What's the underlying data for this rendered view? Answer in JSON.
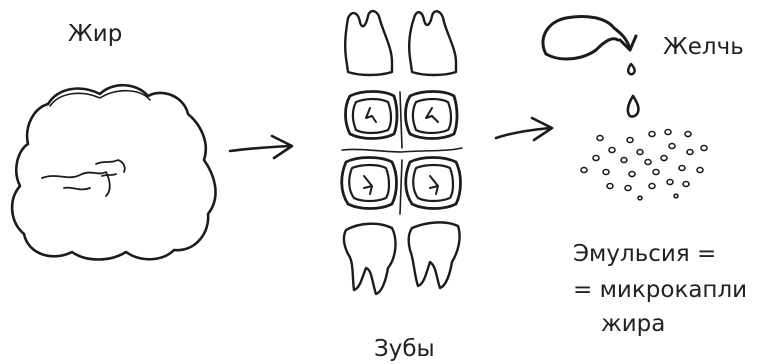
{
  "labels": {
    "fat": "Жир",
    "teeth": "Зубы",
    "bile": "Желчь",
    "emulsion_line1": "Эмульсия =",
    "emulsion_line2": "= микрокапли",
    "emulsion_line3": "жира"
  },
  "colors": {
    "ink": "#1c1c1c",
    "background": "#ffffff"
  }
}
